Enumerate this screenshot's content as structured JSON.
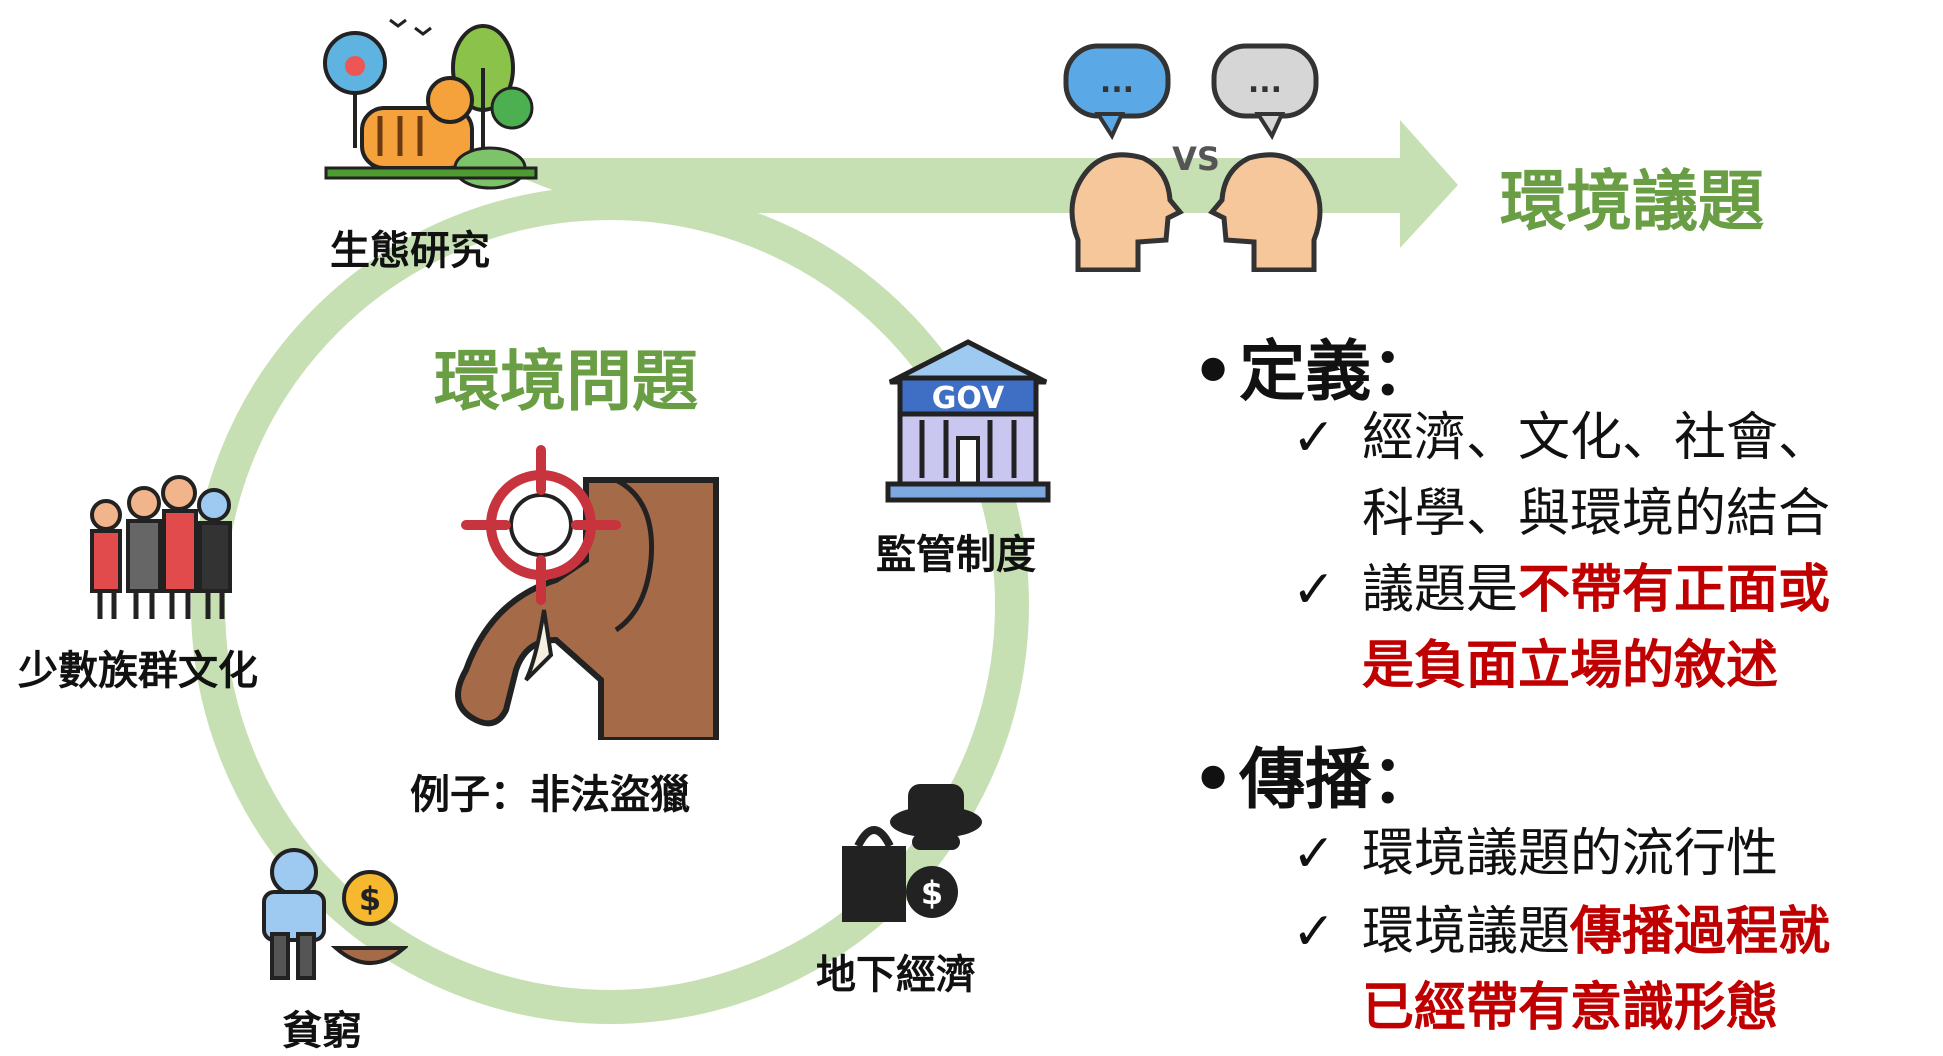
{
  "diagram": {
    "main_title": "環境議題",
    "center_title": "環境問題",
    "example": "例子：非法盜獵",
    "versus": "VS",
    "gov_sign": "GOV",
    "nodes": {
      "ecology": "生態研究",
      "regulation": "監管制度",
      "minority": "少數族群文化",
      "poverty": "貧窮",
      "underground": "地下經濟"
    },
    "speech_dots": "..."
  },
  "definition": {
    "bullet": "•",
    "heading": "定義：",
    "items": [
      {
        "check": "✓",
        "lines": [
          "經濟、文化、社會、",
          "科學、與環境的結合"
        ]
      },
      {
        "check": "✓",
        "prefix": "議題是",
        "highlight_line1": "不帶有正面或",
        "highlight_line2": "是負面立場的敘述"
      }
    ]
  },
  "spread": {
    "bullet": "•",
    "heading": "傳播：",
    "items": [
      {
        "check": "✓",
        "text": "環境議題的流行性"
      },
      {
        "check": "✓",
        "prefix": "環境議題",
        "highlight_line1": "傳播過程就",
        "highlight_line2": "已經帶有意識形態"
      }
    ]
  },
  "colors": {
    "loop_green": "#c6e0b4",
    "title_green": "#6a9e45",
    "highlight_red": "#c00000"
  },
  "icons": [
    "tiger-tree-icon",
    "people-debate-icon",
    "government-building-icon",
    "elephant-target-icon",
    "family-group-icon",
    "beggar-coin-icon",
    "shady-dealer-icon"
  ]
}
